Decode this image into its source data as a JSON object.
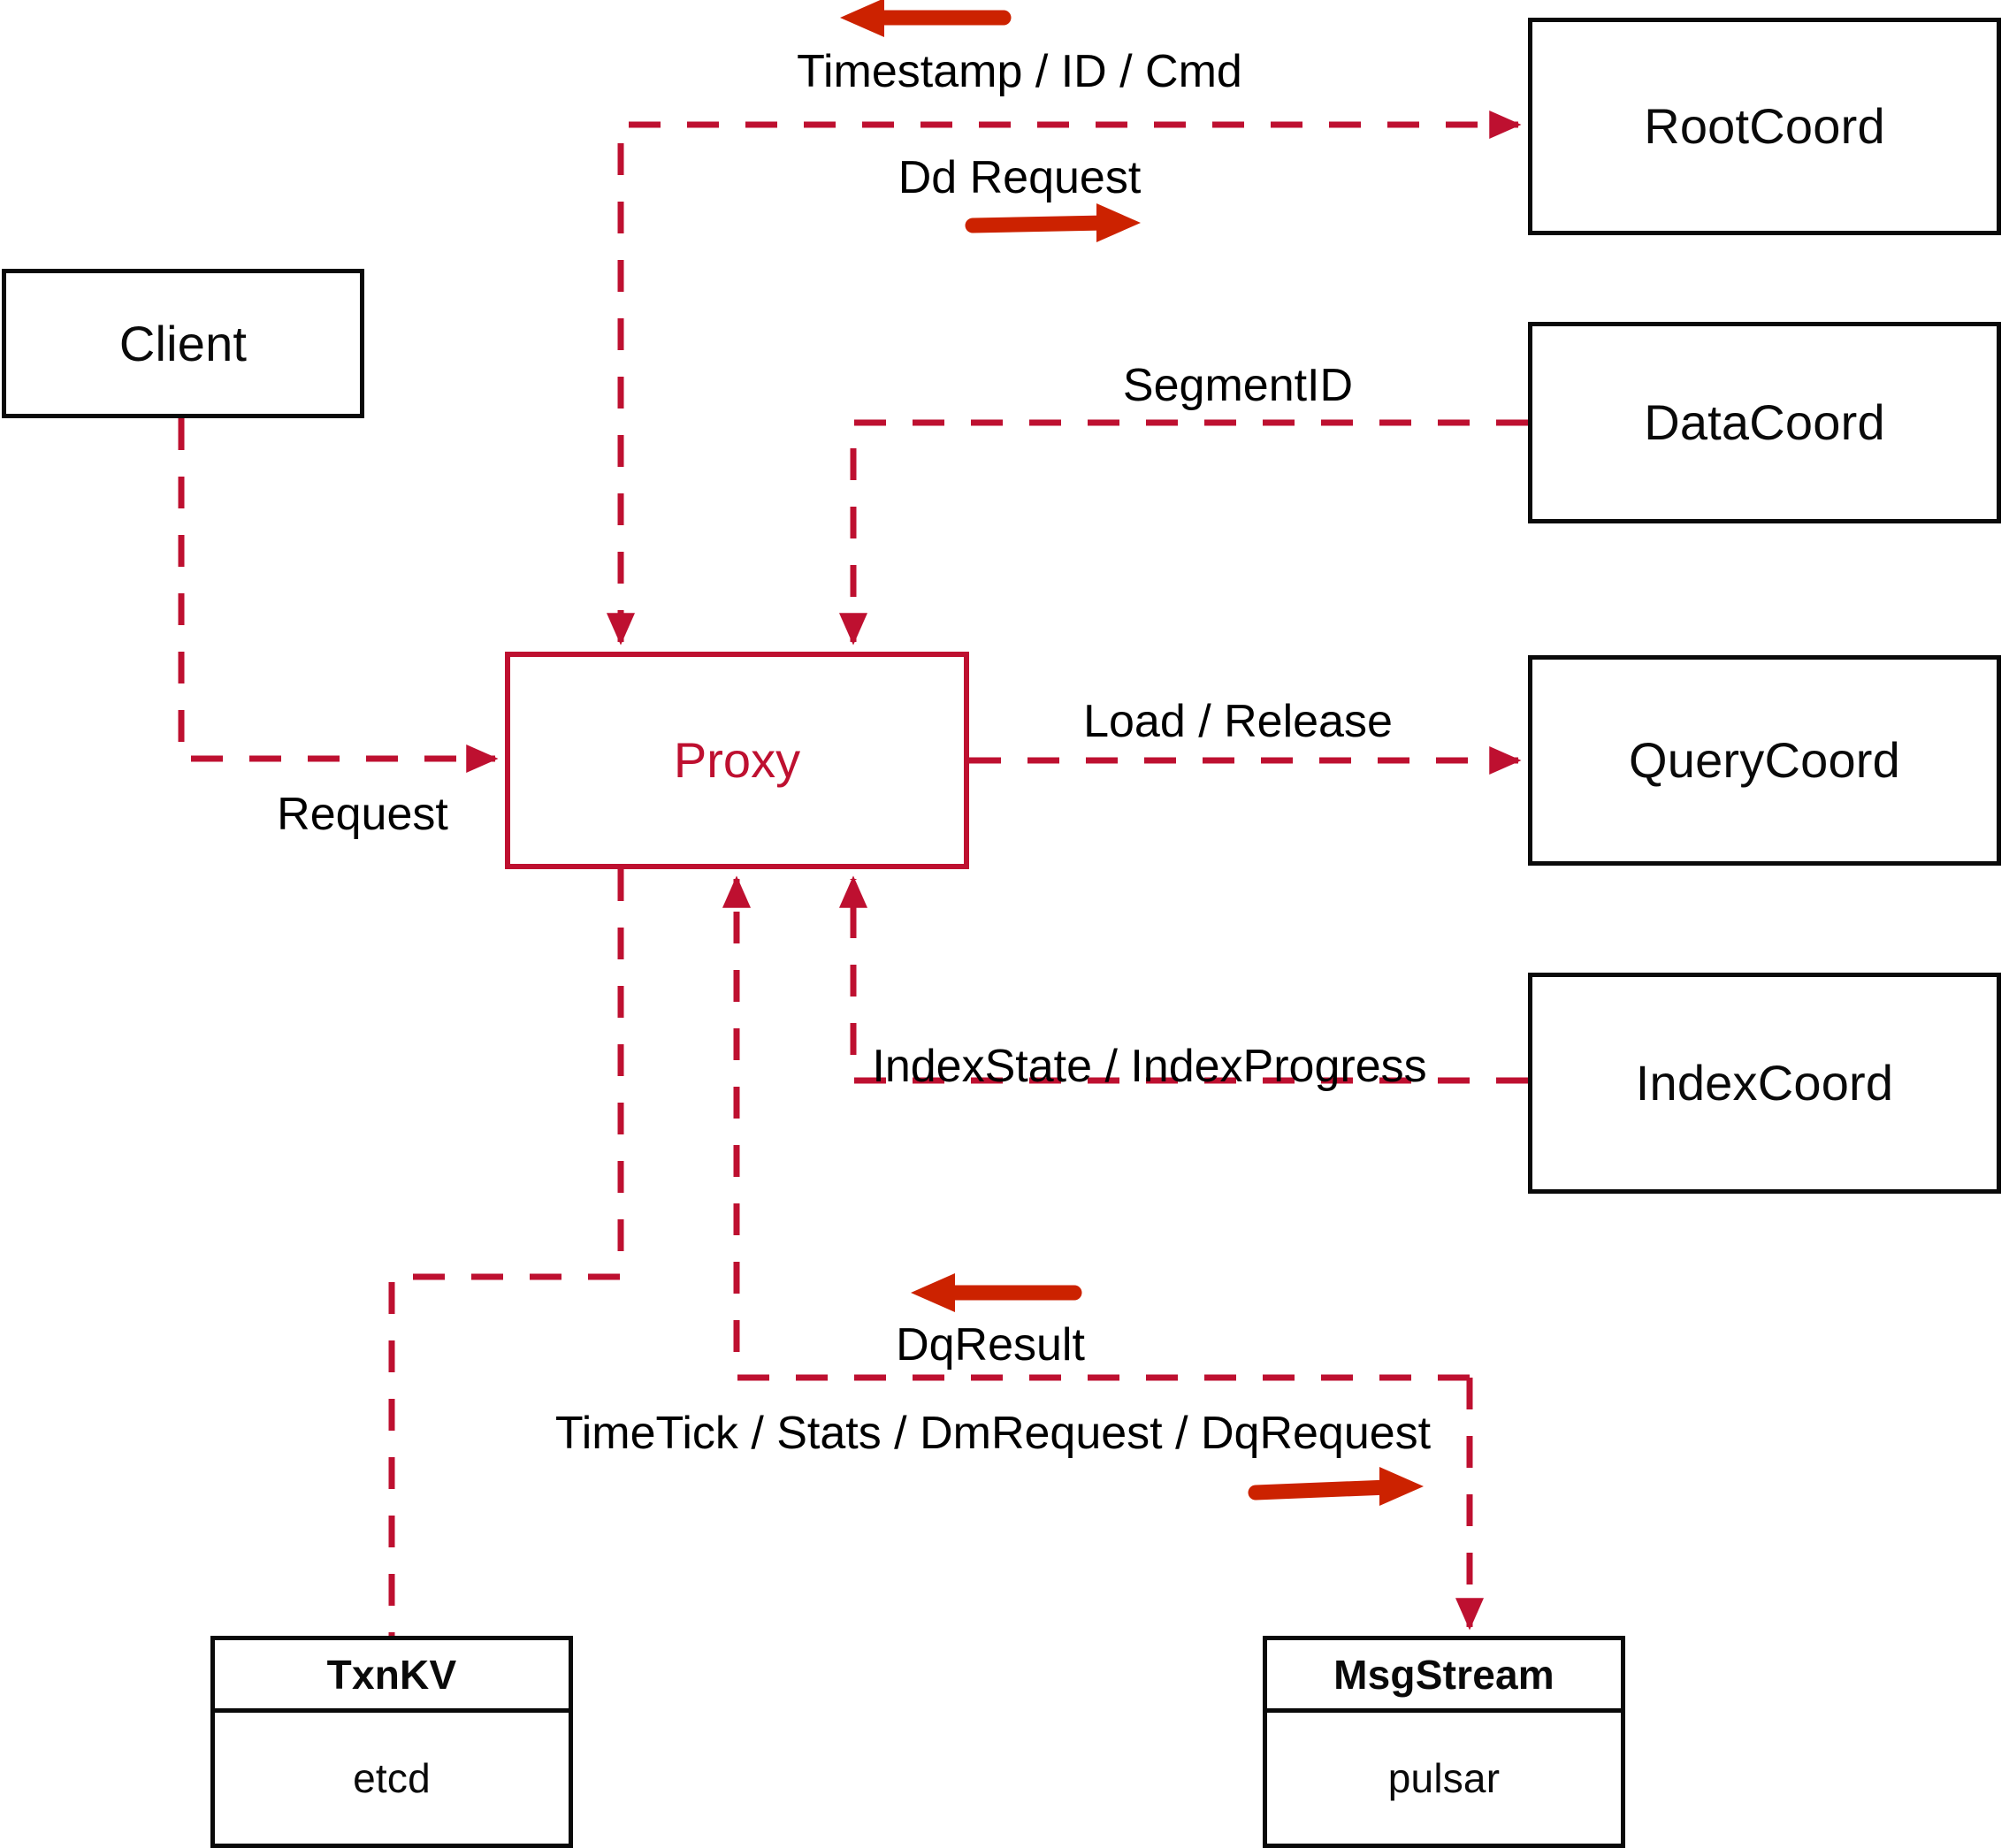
{
  "diagram": {
    "title": "Milvus Proxy component interaction diagram",
    "colors": {
      "wire": "#BE1030",
      "direction_arrow": "#CC2200",
      "node_border": "#0a0a0a",
      "proxy_border": "#BE1030",
      "proxy_text": "#BE1030",
      "label_text": "#000000",
      "background": "#ffffff"
    }
  },
  "nodes": {
    "client": {
      "label": "Client"
    },
    "proxy": {
      "label": "Proxy"
    },
    "root_coord": {
      "label": "RootCoord"
    },
    "data_coord": {
      "label": "DataCoord"
    },
    "query_coord": {
      "label": "QueryCoord"
    },
    "index_coord": {
      "label": "IndexCoord"
    },
    "txnkv": {
      "head": "TxnKV",
      "body": "etcd"
    },
    "msgstream": {
      "head": "MsgStream",
      "body": "pulsar"
    }
  },
  "edge_labels": {
    "timestamp_id_cmd": "Timestamp / ID / Cmd",
    "dd_request": "Dd Request",
    "segment_id": "SegmentID",
    "request": "Request",
    "load_release": "Load / Release",
    "index_state_progress": "IndexState / IndexProgress",
    "dq_result": "DqResult",
    "timetick_stats": "TimeTick / Stats / DmRequest / DqRequest"
  }
}
